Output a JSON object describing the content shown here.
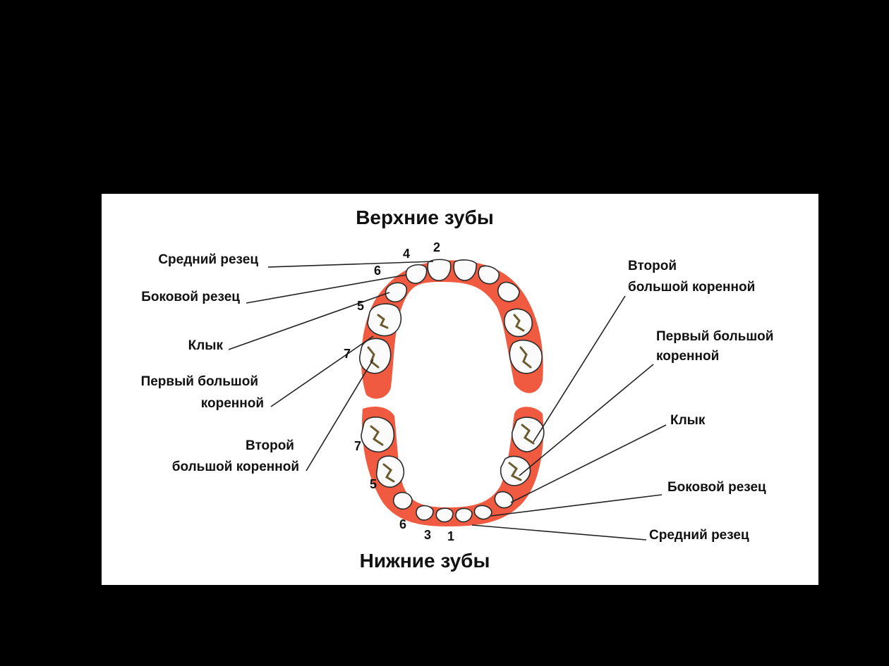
{
  "titles": {
    "upper": "Верхние зубы",
    "lower": "Нижние зубы"
  },
  "left_labels": {
    "central_incisor": "Средний резец",
    "lateral_incisor": "Боковой резец",
    "canine": "Клык",
    "first_molar_l1": "Первый большой",
    "first_molar_l2": "коренной",
    "second_molar_l1": "Второй",
    "second_molar_l2": "большой коренной"
  },
  "right_labels": {
    "second_molar_l1": "Второй",
    "second_molar_l2": "большой коренной",
    "first_molar_l1": "Первый большой",
    "first_molar_l2": "коренной",
    "canine": "Клык",
    "lateral_incisor": "Боковой резец",
    "central_incisor": "Средний резец"
  },
  "eruption_numbers": {
    "upper_central": "2",
    "upper_lateral": "4",
    "upper_canine": "6",
    "upper_first_molar": "5",
    "upper_second_molar": "7",
    "lower_second_molar": "7",
    "lower_first_molar": "5",
    "lower_canine": "6",
    "lower_lateral": "3",
    "lower_central": "1"
  },
  "colors": {
    "gum": "#f05a40",
    "background": "#000000",
    "panel": "#ffffff"
  }
}
